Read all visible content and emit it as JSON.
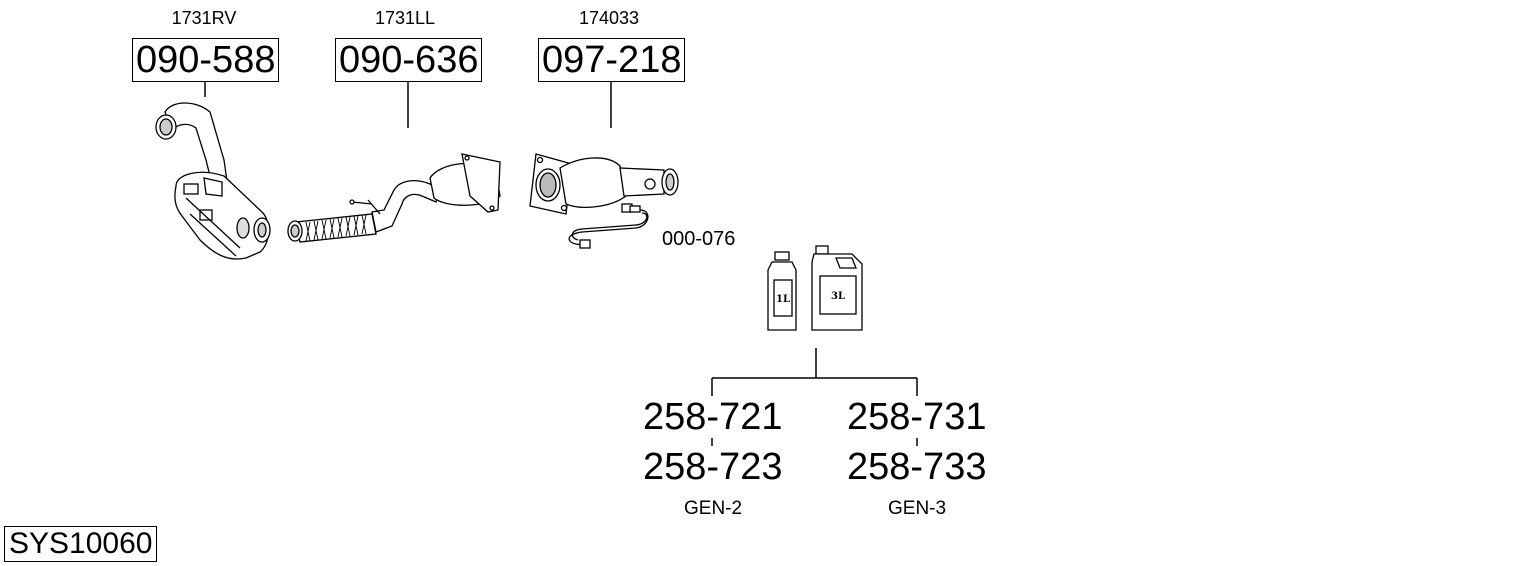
{
  "parts": [
    {
      "ref": "1731RV",
      "code": "090-588"
    },
    {
      "ref": "1731LL",
      "code": "090-636"
    },
    {
      "ref": "174033",
      "code": "097-218"
    }
  ],
  "sensor": {
    "code": "000-076"
  },
  "fluids": {
    "bottle_small_label": "1L",
    "bottle_large_label": "3L",
    "groups": [
      {
        "codes": [
          "258-721",
          "258-723"
        ],
        "name": "GEN-2"
      },
      {
        "codes": [
          "258-731",
          "258-733"
        ],
        "name": "GEN-3"
      }
    ]
  },
  "system_id": "SYS10060"
}
